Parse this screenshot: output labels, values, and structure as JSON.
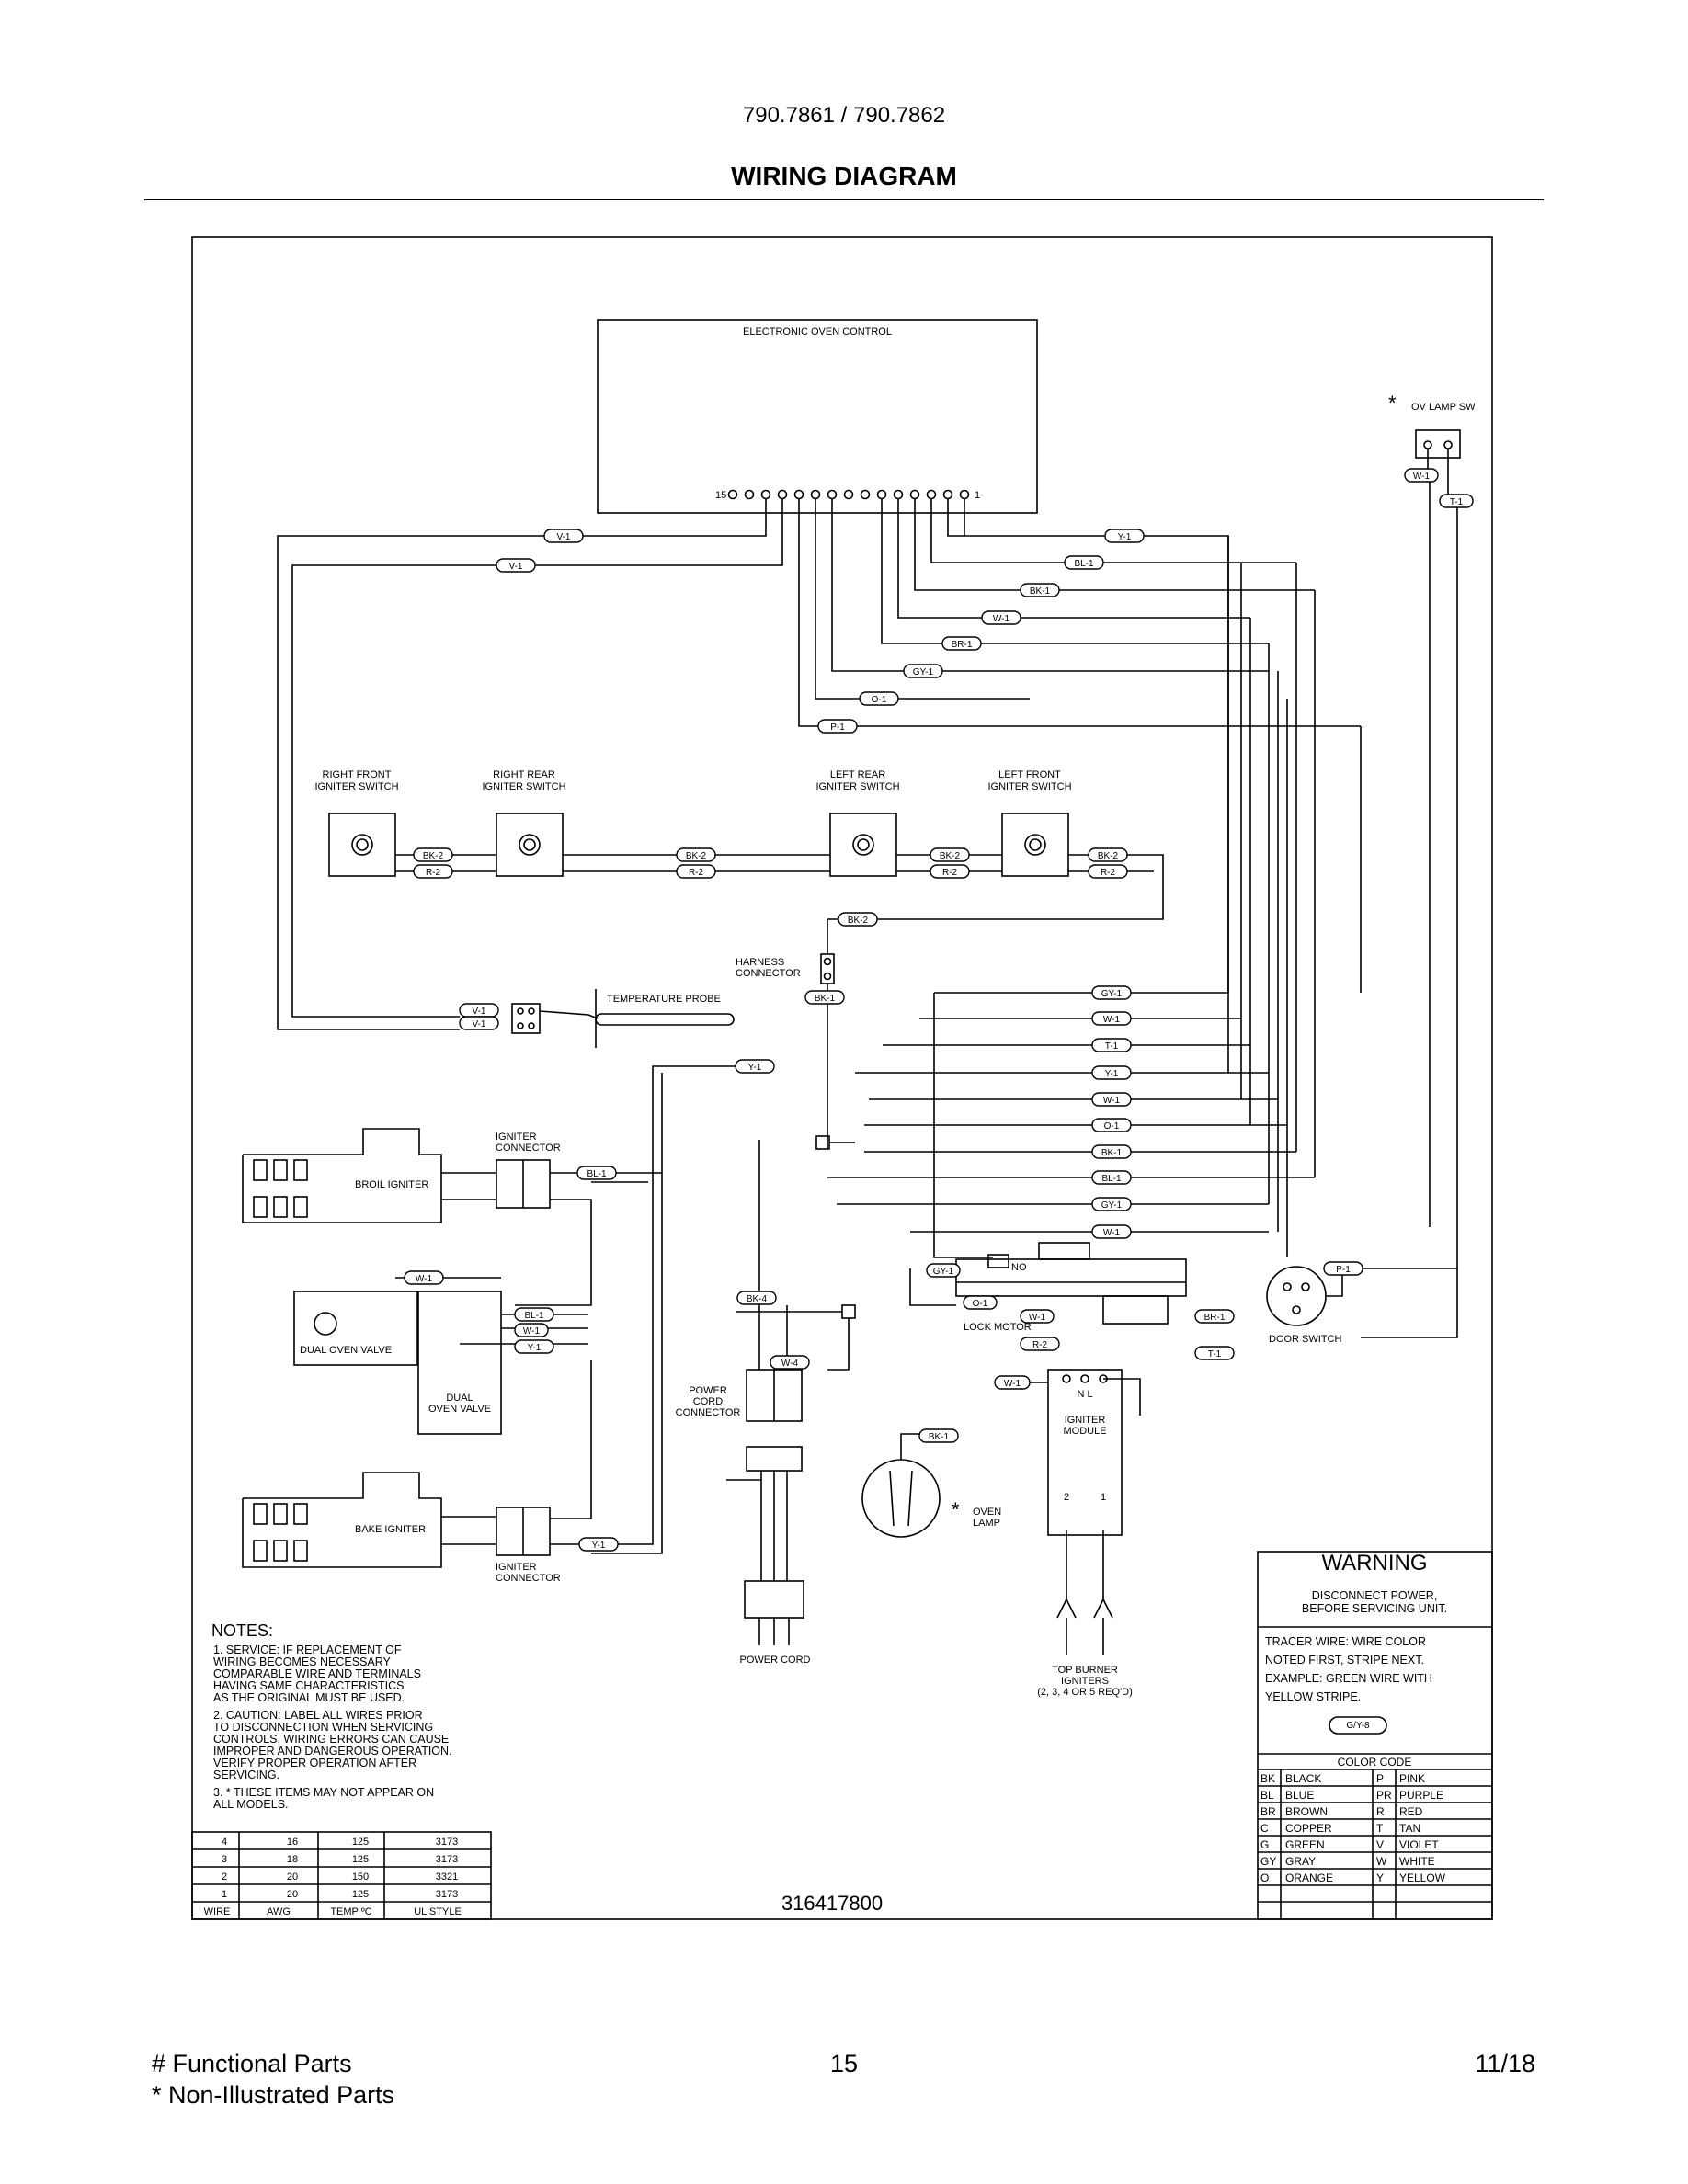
{
  "header": {
    "model": "790.7861 / 790.7862",
    "title": "WIRING DIAGRAM"
  },
  "diagram": {
    "control_title": "ELECTRONIC OVEN CONTROL",
    "pin_first": "15",
    "pin_last": "1",
    "ov_lamp_sw": "OV LAMP SW",
    "switches": [
      {
        "line1": "RIGHT FRONT",
        "line2": "IGNITER SWITCH"
      },
      {
        "line1": "RIGHT REAR",
        "line2": "IGNITER SWITCH"
      },
      {
        "line1": "LEFT REAR",
        "line2": "IGNITER SWITCH"
      },
      {
        "line1": "LEFT FRONT",
        "line2": "IGNITER SWITCH"
      }
    ],
    "harness_connector": [
      "HARNESS",
      "CONNECTOR"
    ],
    "temperature_probe": "TEMPERATURE PROBE",
    "igniter_connector": [
      "IGNITER",
      "CONNECTOR"
    ],
    "broil_igniter": "BROIL IGNITER",
    "bake_igniter": "BAKE IGNITER",
    "dual_oven_valve": "DUAL OVEN VALVE",
    "dual_oven_valve_2": [
      "DUAL",
      "OVEN VALVE"
    ],
    "power_cord_connector": [
      "POWER",
      "CORD",
      "CONNECTOR"
    ],
    "power_cord": "POWER CORD",
    "lock_motor": "LOCK MOTOR",
    "lock_no": "NO",
    "door_switch": "DOOR SWITCH",
    "igniter_module": [
      "IGNITER",
      "MODULE"
    ],
    "module_nl": "N  L",
    "module_pins": [
      "2",
      "1"
    ],
    "oven_lamp": [
      "OVEN",
      "LAMP"
    ],
    "top_burner": [
      "TOP BURNER",
      "IGNITERS",
      "(2, 3, 4 OR 5 REQ'D)"
    ],
    "part_number": "316417800",
    "asterisk": "*",
    "wire_tags": {
      "v1": "V-1",
      "y1": "Y-1",
      "bl1": "BL-1",
      "bk1": "BK-1",
      "w1": "W-1",
      "br1": "BR-1",
      "gy1": "GY-1",
      "o1": "O-1",
      "p1": "P-1",
      "t1": "T-1",
      "bk2": "BK-2",
      "r2": "R-2",
      "bk4": "BK-4",
      "w4": "W-4",
      "gy8": "G/Y-8"
    }
  },
  "notes": {
    "title": "NOTES:",
    "lines": [
      "1.  SERVICE:   IF REPLACEMENT OF",
      "     WIRING BECOMES NECESSARY",
      "     COMPARABLE WIRE AND TERMINALS",
      "     HAVING SAME CHARACTERISTICS",
      "     AS THE ORIGINAL MUST BE USED.",
      "2.  CAUTION:   LABEL ALL WIRES PRIOR",
      "     TO DISCONNECTION WHEN SERVICING",
      "     CONTROLS.  WIRING ERRORS CAN CAUSE",
      "     IMPROPER AND DANGEROUS OPERATION.",
      "     VERIFY PROPER OPERATION AFTER",
      "     SERVICING.",
      "3.  * THESE ITEMS MAY NOT APPEAR ON",
      "         ALL MODELS."
    ]
  },
  "wire_table": {
    "rows": [
      [
        "4",
        "16",
        "125",
        "3173"
      ],
      [
        "3",
        "18",
        "125",
        "3173"
      ],
      [
        "2",
        "20",
        "150",
        "3321"
      ],
      [
        "1",
        "20",
        "125",
        "3173"
      ]
    ],
    "headers": [
      "WIRE",
      "AWG",
      "TEMP ºC",
      "UL STYLE"
    ]
  },
  "warning": {
    "title": "WARNING",
    "line1": "DISCONNECT POWER,",
    "line2": "BEFORE SERVICING UNIT.",
    "tracer": [
      "TRACER WIRE:   WIRE COLOR",
      "NOTED FIRST, STRIPE NEXT.",
      "EXAMPLE:   GREEN WIRE WITH",
      "YELLOW STRIPE."
    ],
    "example_tag": "G/Y-8"
  },
  "color_code": {
    "title": "COLOR CODE",
    "left": [
      [
        "BK",
        "BLACK"
      ],
      [
        "BL",
        "BLUE"
      ],
      [
        "BR",
        "BROWN"
      ],
      [
        "C",
        "COPPER"
      ],
      [
        "G",
        "GREEN"
      ],
      [
        "GY",
        "GRAY"
      ],
      [
        "O",
        "ORANGE"
      ]
    ],
    "right": [
      [
        "P",
        "PINK"
      ],
      [
        "PR",
        "PURPLE"
      ],
      [
        "R",
        "RED"
      ],
      [
        "T",
        "TAN"
      ],
      [
        "V",
        "VIOLET"
      ],
      [
        "W",
        "WHITE"
      ],
      [
        "Y",
        "YELLOW"
      ]
    ]
  },
  "footer": {
    "functional": "# Functional Parts",
    "non_illustrated": "* Non-Illustrated Parts",
    "page": "15",
    "date": "11/18"
  }
}
